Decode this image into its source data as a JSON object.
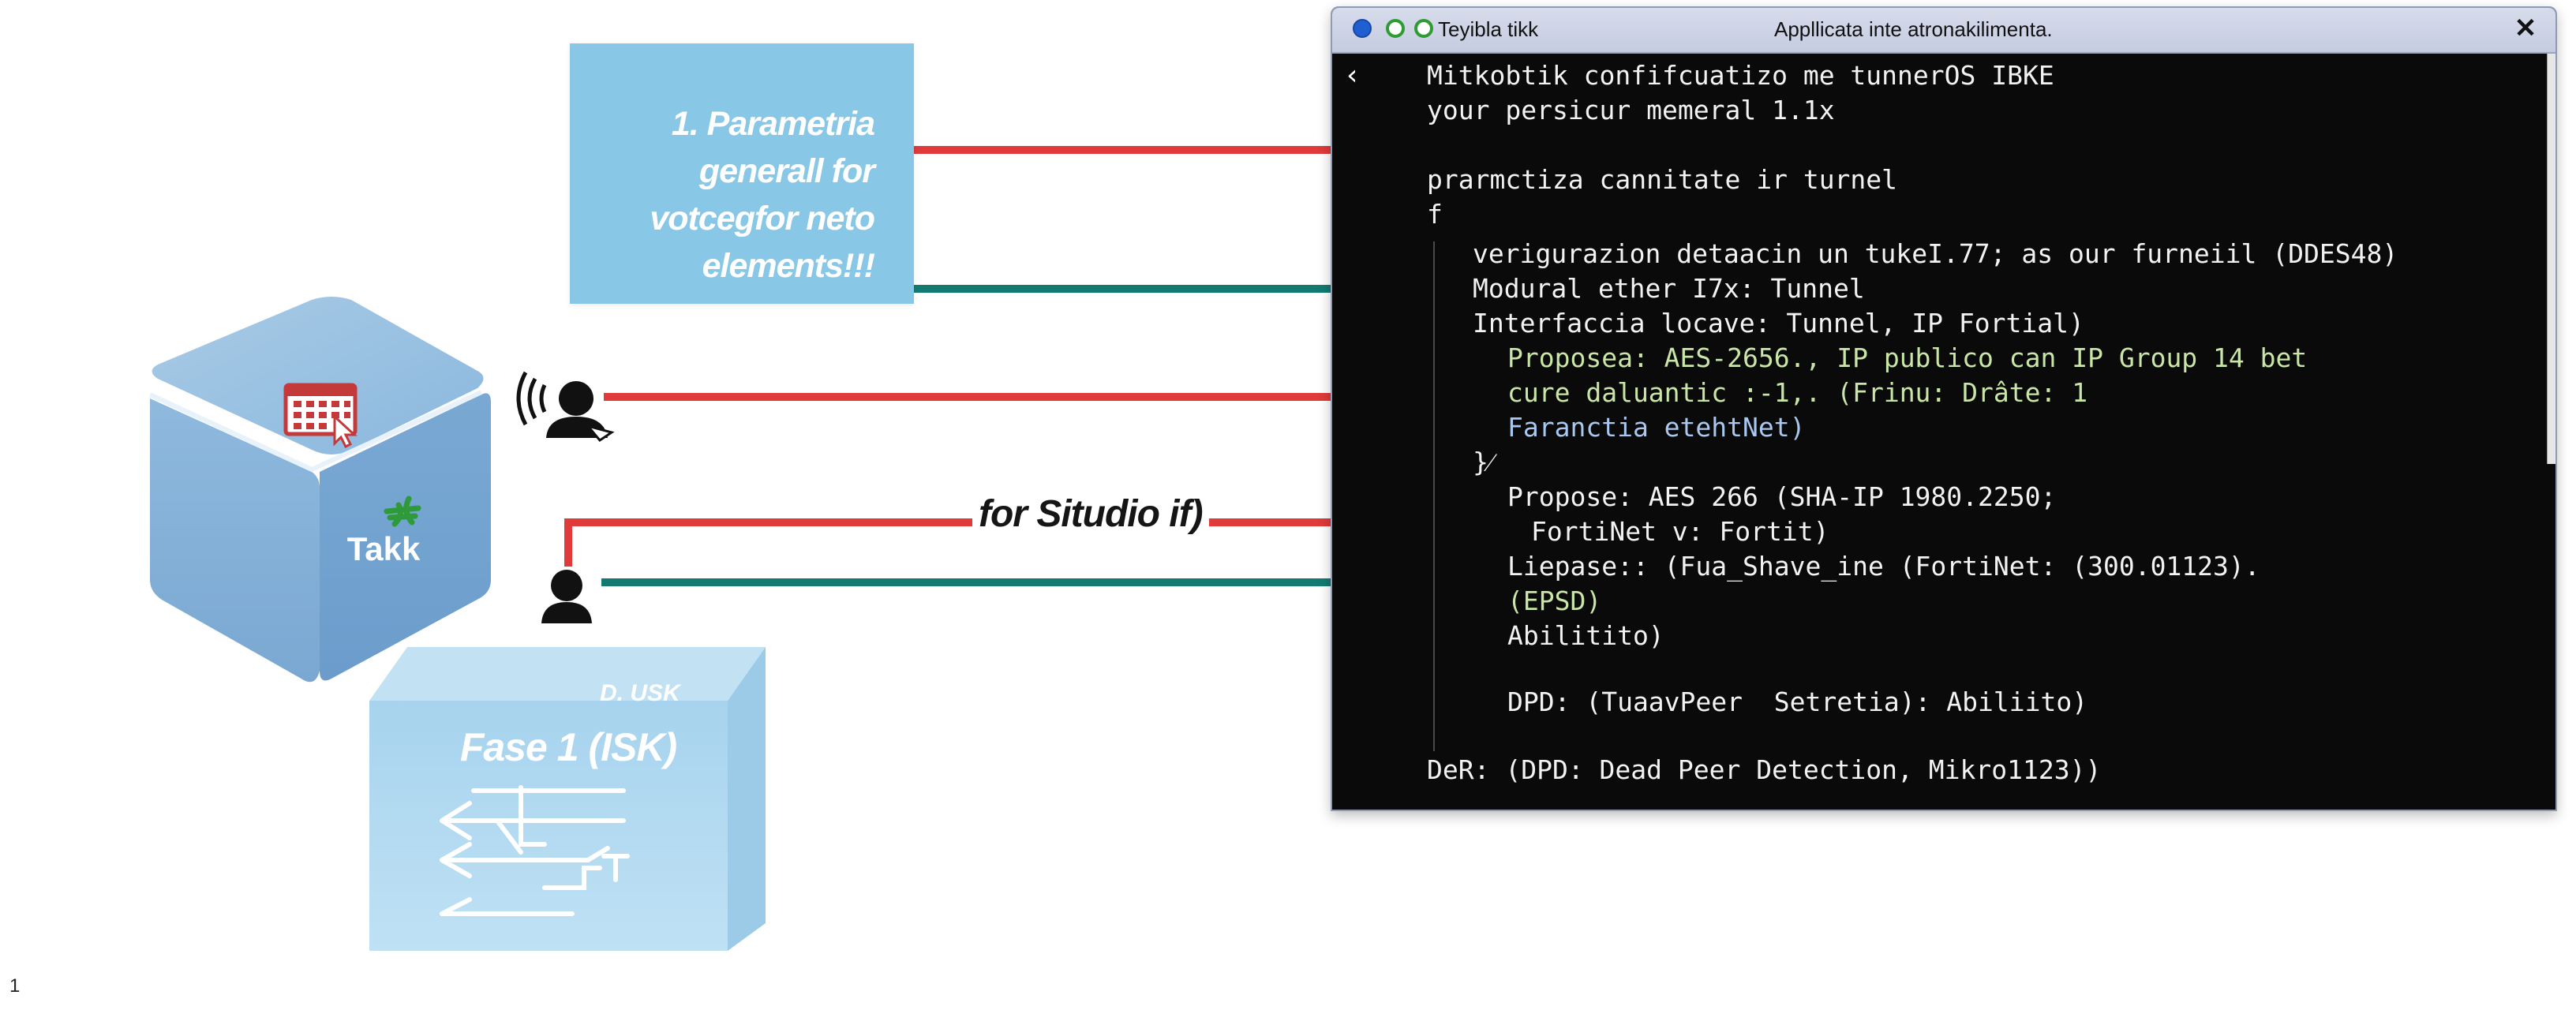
{
  "diagram": {
    "param_box": {
      "lines": [
        "1. Parametria",
        "generall for",
        "votcegfor neto",
        "elements!!!"
      ]
    },
    "arrow_label": "for Situdio if)",
    "takk_label": "Takk",
    "fase_box": {
      "tag": "D. USK",
      "title": "Fase 1 (ISK)"
    },
    "page_number": "1",
    "colors": {
      "red_arrow": "#e03a3a",
      "teal_arrow": "#137a72",
      "box_blue": "#88c7e6",
      "cube_blue": "#7fb0d6"
    },
    "icons": [
      "calendar-grid-icon",
      "cursor-icon",
      "green-sparkle-icon",
      "wireless-user-icon",
      "user-icon",
      "network-branch-icon"
    ]
  },
  "window": {
    "app_name": "Teyibla tikk",
    "title": "Appllicata inte atronakilimenta.",
    "close_label": "✕",
    "back_label": "‹",
    "code_lines": [
      "Mitkobtik confifcuatizo me tunnerOS IBKE",
      "your persicur memeral 1.1x",
      "prarmctiza cannitate ir turnel",
      "f",
      "verigurazion detaacin un tukeI.77; as our furneiil (DDES48)",
      "Modural ether I7x: Tunnel",
      "Interfaccia locave: Tunnel, IP Fortial)",
      "Proposea: AES-2656., IP publico can IP Group 14 bet",
      "cure daluantic :-1,. (Frinu: Drâte: 1",
      "Faranctia etehtNet)",
      "}⁄",
      "Propose: AES 266 (SHA-IP 1980.2250;",
      "FortiNet v: Fortit)",
      "Liepase:: (Fua_Shave_ine (FortiNet: (300.01123).",
      "(EPSD)",
      "Abilitito)",
      "DPD: (TuaavPeer  Setretia): Abiliito)",
      "DeR: (DPD: Dead Peer Detection, Mikro1123))"
    ]
  }
}
